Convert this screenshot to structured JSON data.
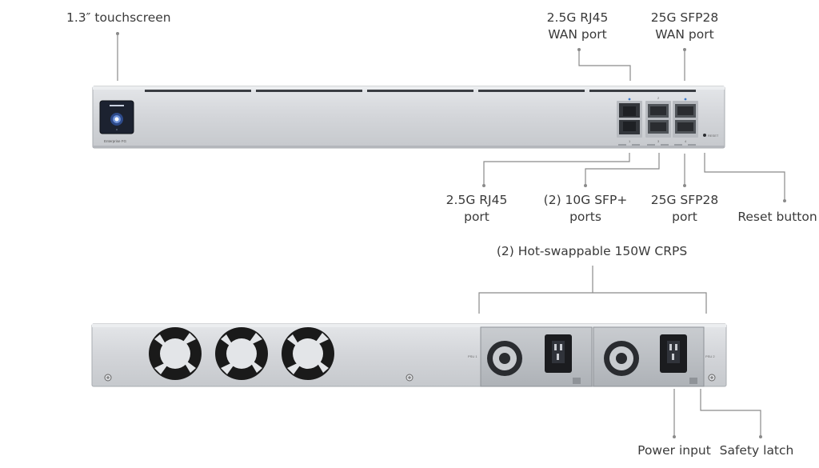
{
  "callouts": {
    "touchscreen": "1.3″ touchscreen",
    "wan_rj45_line1": "2.5G RJ45",
    "wan_rj45_line2": "WAN port",
    "wan_sfp28_line1": "25G SFP28",
    "wan_sfp28_line2": "WAN port",
    "rj45_line1": "2.5G RJ45",
    "rj45_line2": "port",
    "sfp_plus_line1": "(2) 10G SFP+",
    "sfp_plus_line2": "ports",
    "sfp28_line1": "25G SFP28",
    "sfp28_line2": "port",
    "reset_button": "Reset button",
    "crps": "(2) Hot-swappable 150W CRPS",
    "power_input": "Power input",
    "safety_latch": "Safety latch"
  },
  "device": {
    "model_label": "Enterprise FG",
    "reset_label": "RESET",
    "psu1_label": "PSU 1",
    "psu2_label": "PSU 2",
    "port_numbers": [
      "1",
      "2",
      "3",
      "4"
    ]
  },
  "colors": {
    "chassis": "#d2d4d8",
    "chassis_edge": "#9fa3a8",
    "leader_line": "#8a8a8a",
    "screen": "#1c2230",
    "fan": "#1a1a1a",
    "psu": "#b9bcc0"
  }
}
